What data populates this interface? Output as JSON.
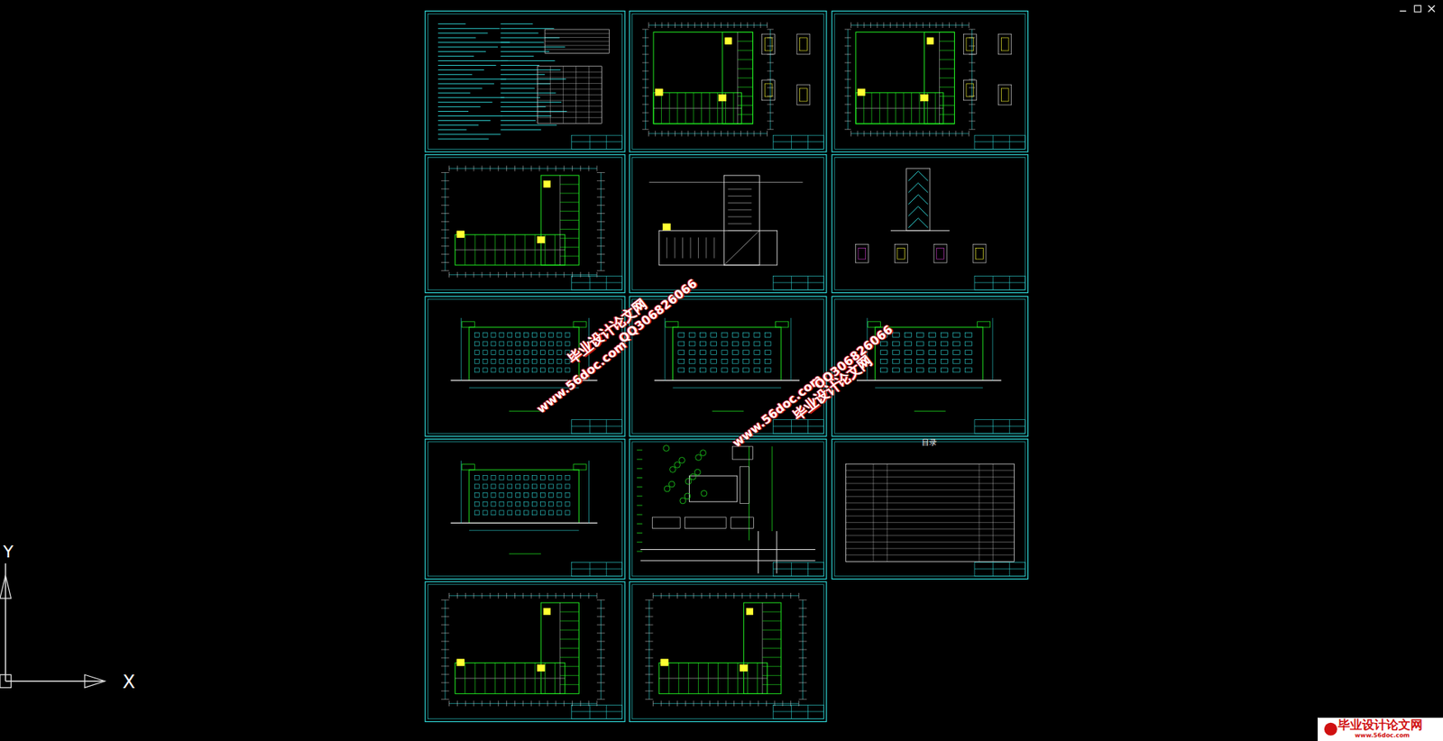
{
  "diagram": {
    "labels": [
      "目录",
      "毕业设计论文网",
      "www.56doc.com",
      "QQ306826066",
      "www.56doc.com",
      "QQ306826066",
      "毕业设计论文网",
      "毕业设计论文网",
      "www.56doc.com",
      "Y",
      "X"
    ]
  }
}
